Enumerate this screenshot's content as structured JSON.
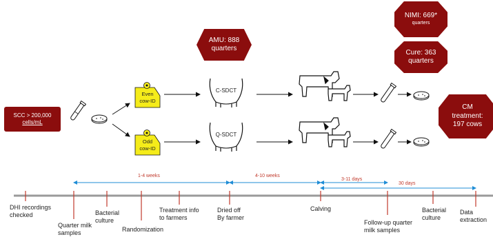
{
  "start_box": {
    "line1": "SCC > 200,000",
    "line2": "cells/mL"
  },
  "groups": [
    {
      "tag_line1": "Even",
      "tag_line2": "cow-ID",
      "treatment": "C-SDCT"
    },
    {
      "tag_line1": "Odd",
      "tag_line2": "cow-ID",
      "treatment": "Q-SDCT"
    }
  ],
  "amu_box": {
    "line1": "AMU: 888",
    "line2": "quarters"
  },
  "nimi_box": {
    "line1": "NIMI: 669*",
    "line2": "quarters"
  },
  "cure_box": {
    "line1": "Cure: 363",
    "line2": "quarters"
  },
  "cm_box": {
    "line1": "CM",
    "line2": "treatment:",
    "line3": "197 cows"
  },
  "timeline": {
    "spans": [
      "1-4 weeks",
      "4-10 weeks",
      "3-11 days",
      "30 days"
    ],
    "events": [
      {
        "line1": "DHI recordings",
        "line2": "checked"
      },
      {
        "line1": "Quarter milk",
        "line2": "samples"
      },
      {
        "line1": "Bacterial",
        "line2": "culture"
      },
      {
        "line1": "Randomization",
        "line2": ""
      },
      {
        "line1": "Treatment info",
        "line2": "to farmers"
      },
      {
        "line1": "Dried off",
        "line2": "By farmer"
      },
      {
        "line1": "Calving",
        "line2": ""
      },
      {
        "line1": "Follow-up quarter",
        "line2": "milk samples"
      },
      {
        "line1": "Bacterial",
        "line2": "culture"
      },
      {
        "line1": "Data",
        "line2": "extraction"
      }
    ]
  },
  "colors": {
    "dark_red": "#8b0d0d",
    "tag_yellow": "#f5ec1a",
    "timeline_blue": "#1f8dd6",
    "span_text_red": "#c0392b",
    "tick_red": "#c0392b",
    "timeline_gray": "#9a9a9a"
  }
}
